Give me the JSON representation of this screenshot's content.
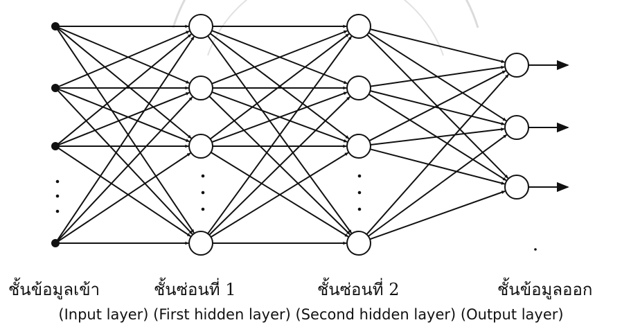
{
  "network": {
    "input_layer_label": "ชั้นข้อมูลเข้า",
    "hidden1_label": "ชั้นซ่อนที่ 1",
    "hidden2_label": "ชั้นซ่อนที่ 2",
    "output_layer_label": "ชั้นข้อมูลออก",
    "english_caption": "(Input layer) (First hidden layer) (Second hidden layer) (Output layer)"
  },
  "colors": {
    "line": "#111111",
    "node_fill": "#ffffff",
    "watermark": "#bdbdbd"
  }
}
